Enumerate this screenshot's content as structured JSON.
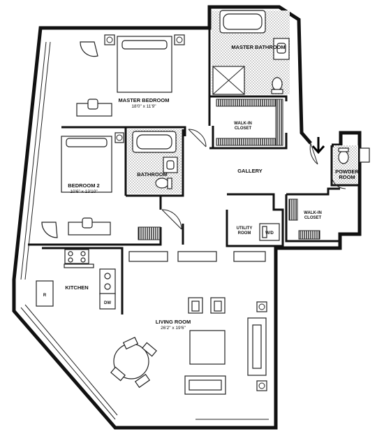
{
  "rooms": {
    "master_bedroom": {
      "name": "MASTER BEDROOM",
      "dims": "18'0\" x 11'9\""
    },
    "master_bathroom": {
      "name": "MASTER BATHROOM"
    },
    "walk_in_closet_master": {
      "name_line1": "WALK-IN",
      "name_line2": "CLOSET"
    },
    "gallery": {
      "name": "GALLERY"
    },
    "powder_room": {
      "name_line1": "POWDER",
      "name_line2": "ROOM"
    },
    "bedroom2": {
      "name": "BEDROOM 2",
      "dims": "10'6\" x 13'10\""
    },
    "bathroom": {
      "name": "BATHROOM"
    },
    "walk_in_closet_gallery": {
      "name_line1": "WALK-IN",
      "name_line2": "CLOSET"
    },
    "utility_room": {
      "name_line1": "UTILITY",
      "name_line2": "ROOM"
    },
    "kitchen": {
      "name": "KITCHEN"
    },
    "living_room": {
      "name": "LIVING ROOM",
      "dims": "26'2\" x 19'6\""
    }
  },
  "appliances": {
    "refrigerator": "R",
    "dishwasher": "DW",
    "washer_dryer": "W/D"
  },
  "entry_arrow_icon": "arrow-down-icon"
}
